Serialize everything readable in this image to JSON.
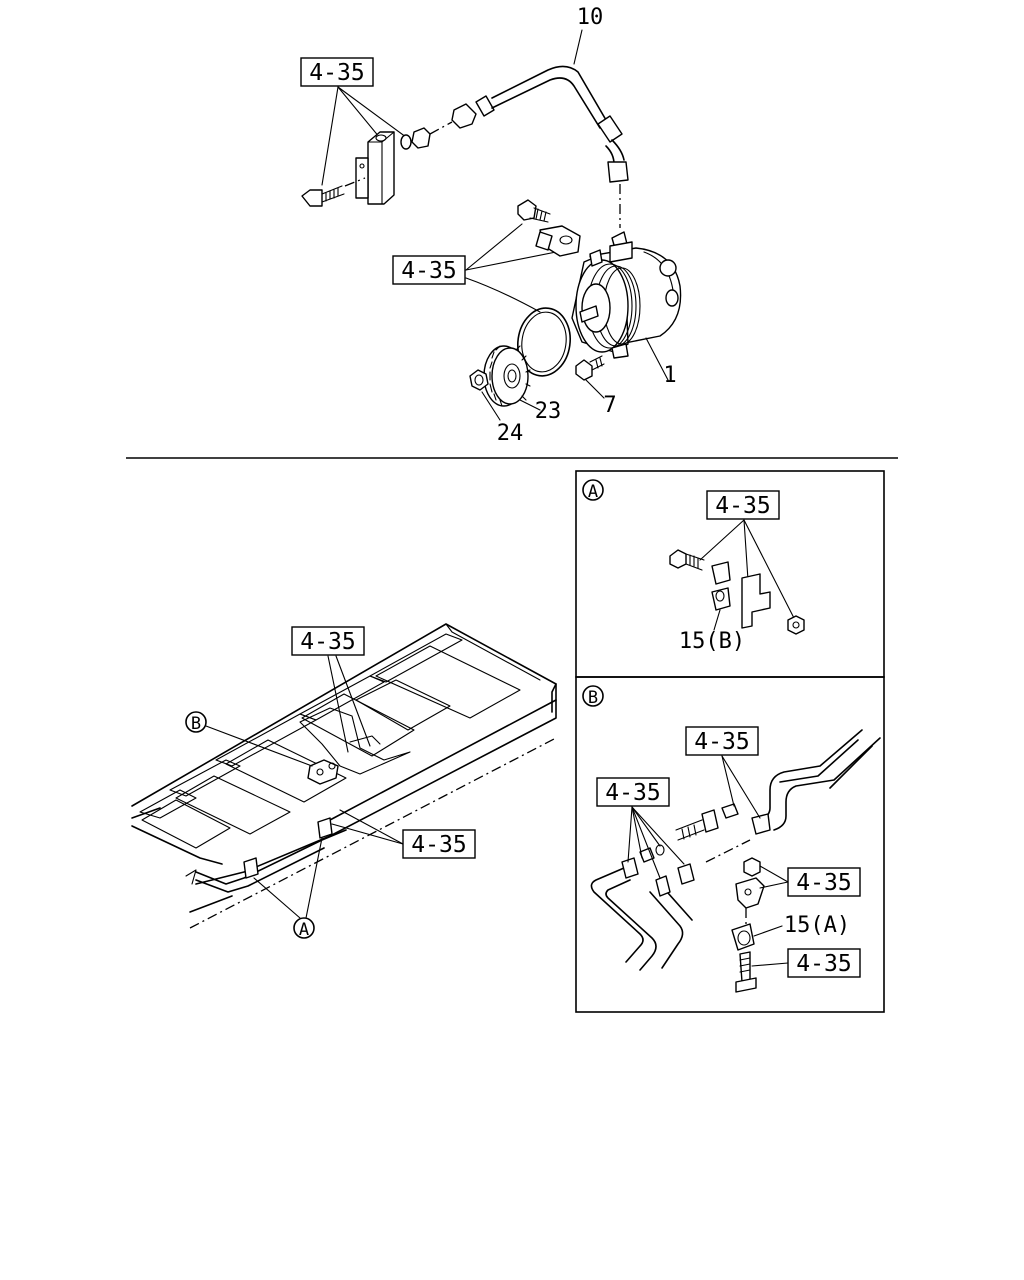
{
  "refs": {
    "top_hose": "4-35",
    "top_pump": "4-35",
    "frame_top": "4-35",
    "frame_right": "4-35",
    "detailA": "4-35",
    "detailB_upper": "4-35",
    "detailB_left": "4-35",
    "detailB_nut": "4-35",
    "detailB_bolt": "4-35"
  },
  "parts": {
    "p10": "10",
    "p1": "1",
    "p7": "7",
    "p23": "23",
    "p24": "24",
    "p15B": "15(B)",
    "p15A": "15(A)"
  },
  "markers": {
    "A": "A",
    "B": "B",
    "detailA": "A",
    "detailB": "B"
  }
}
